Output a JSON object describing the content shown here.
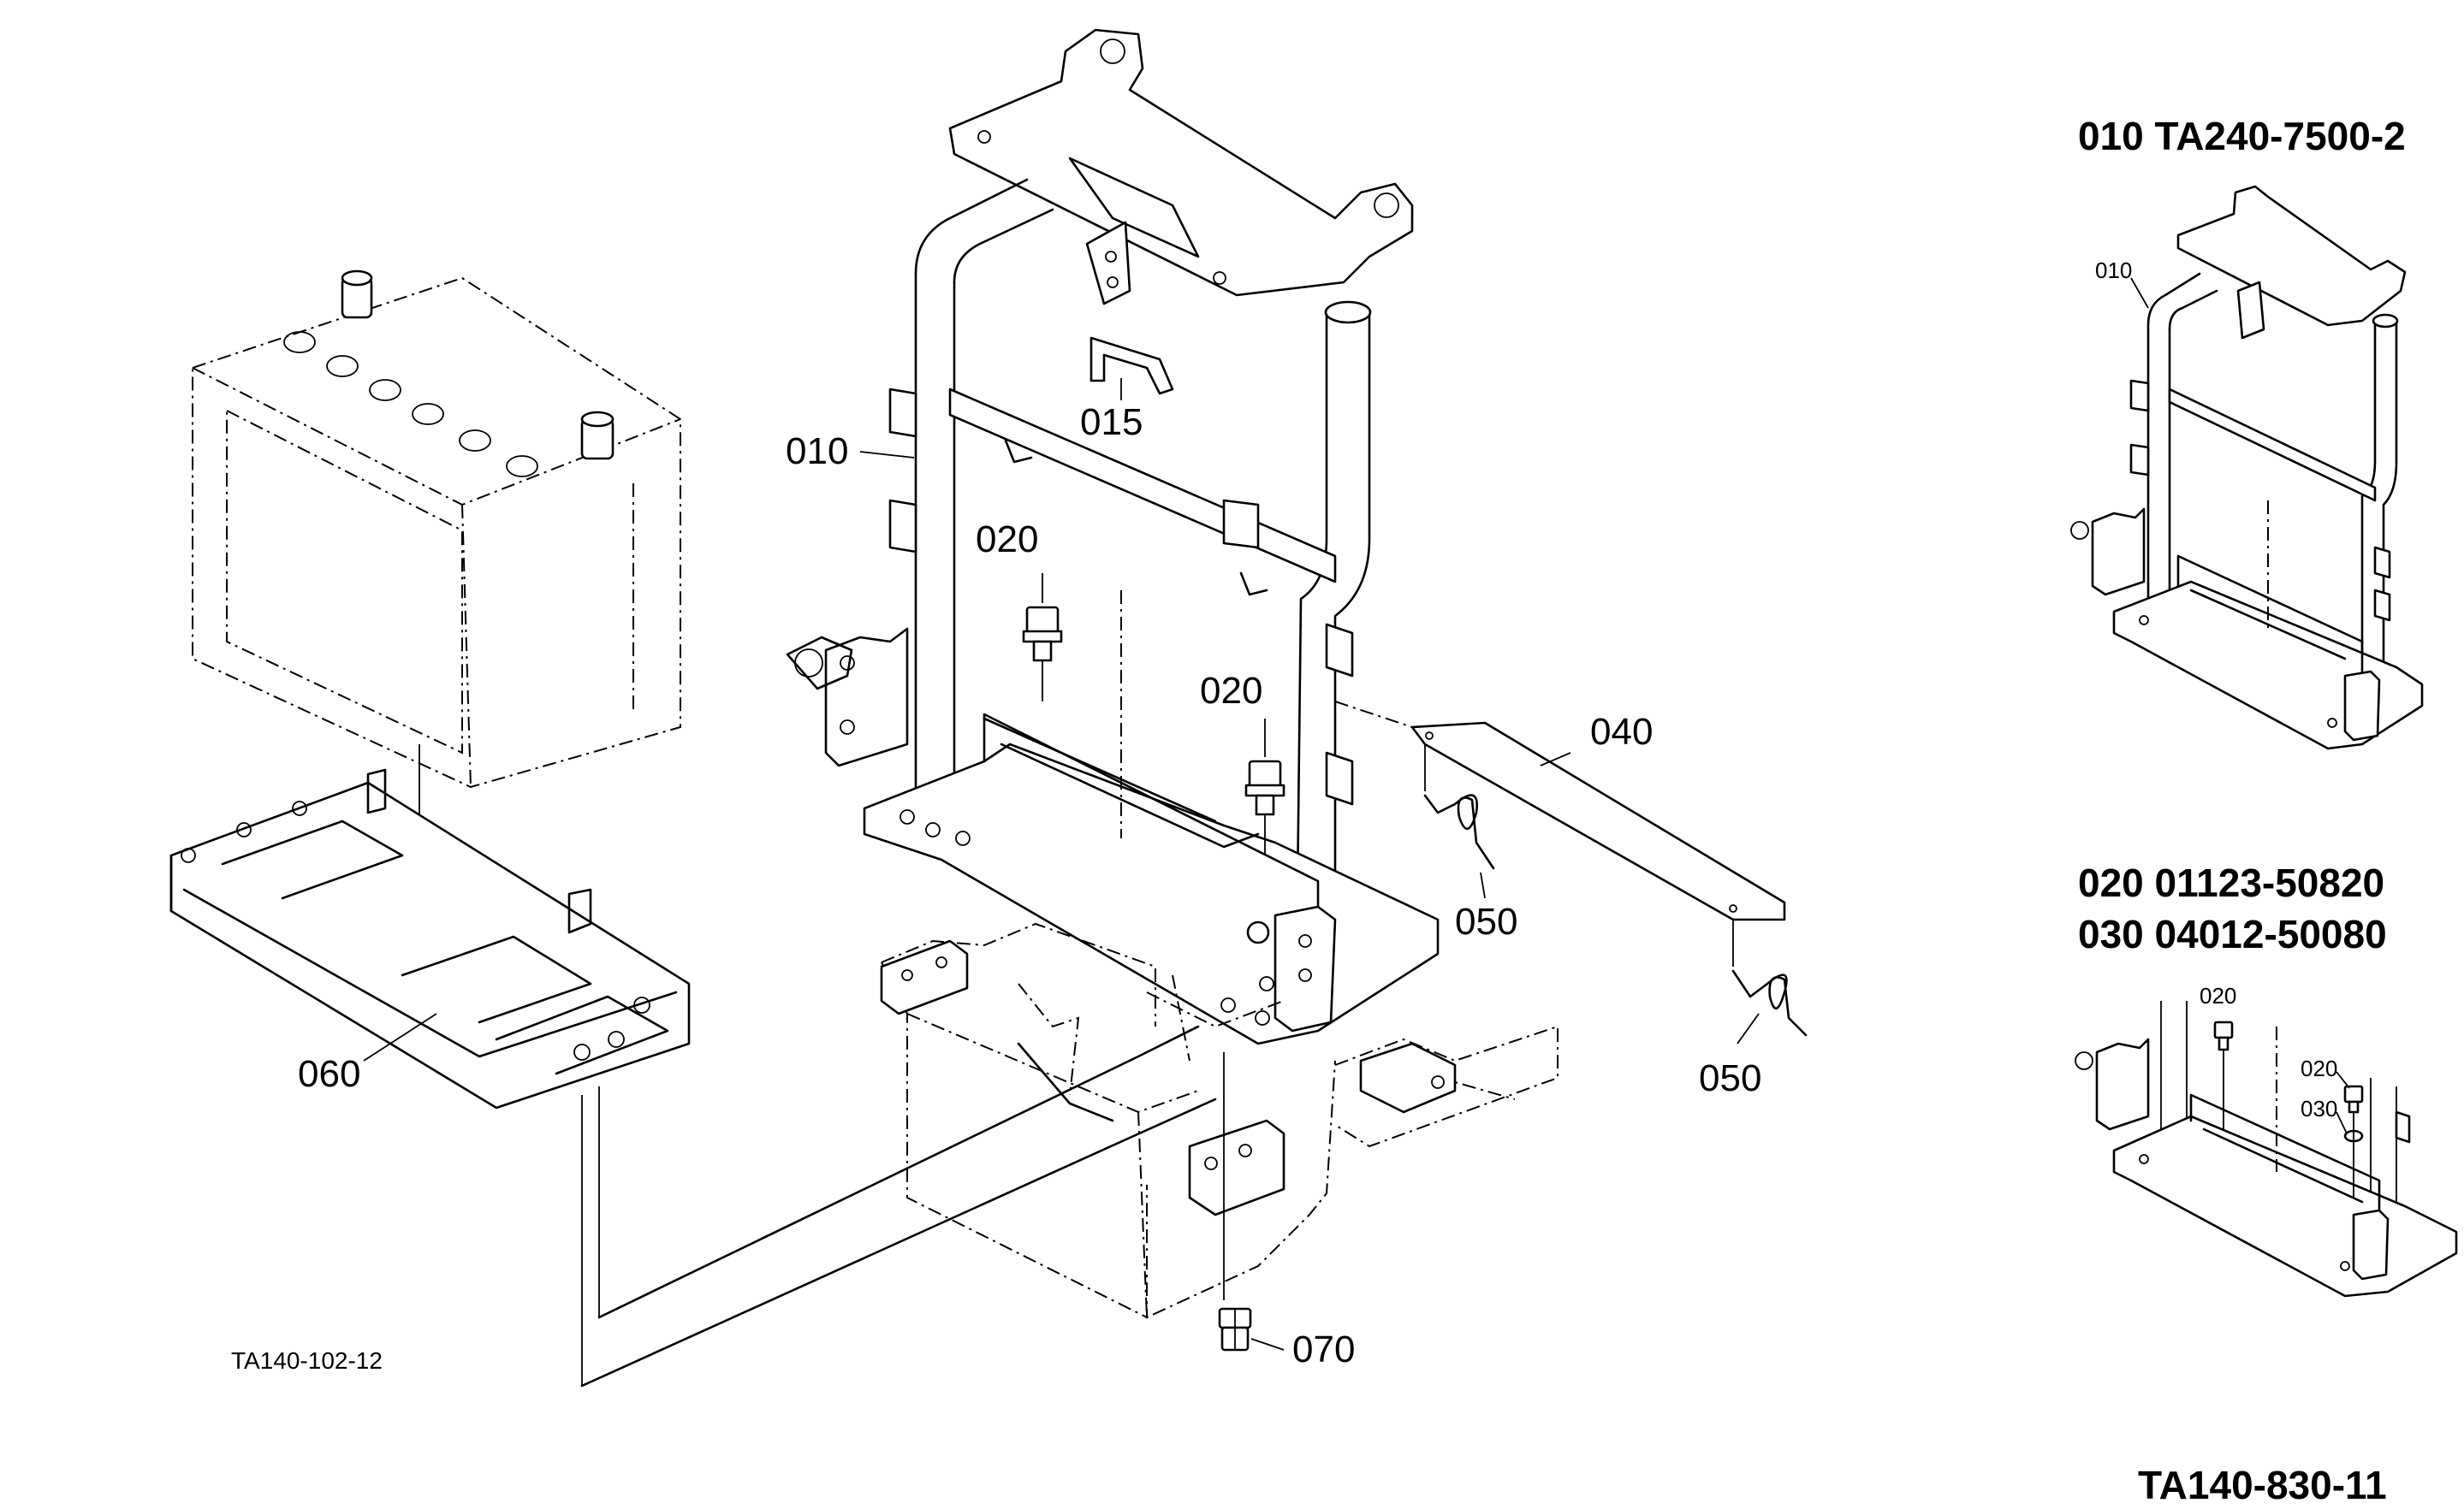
{
  "callouts": {
    "p010": "010",
    "p015": "015",
    "p020a": "020",
    "p020b": "020",
    "p040": "040",
    "p050a": "050",
    "p050b": "050",
    "p060": "060",
    "p070": "070"
  },
  "drawing_number_main": "TA140-102-12",
  "reference_panel": {
    "top_heading": "010 TA240-7500-2",
    "top_callout": "010",
    "bottom_heading_1": "020 01123-50820",
    "bottom_heading_2": "030 04012-50080",
    "bottom_callout_020a": "020",
    "bottom_callout_020b": "020",
    "bottom_callout_030": "030"
  },
  "drawing_number_sheet": "TA140-830-11"
}
